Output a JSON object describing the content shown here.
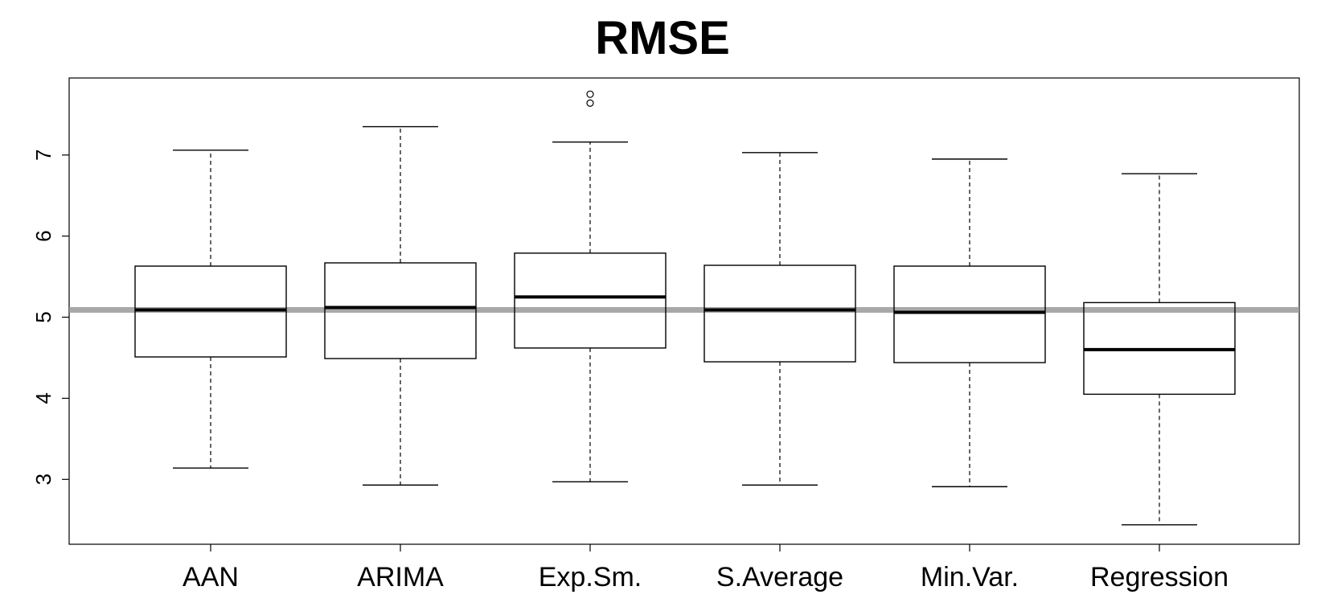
{
  "chart_data": {
    "type": "box",
    "title": "RMSE",
    "xlabel": "",
    "ylabel": "",
    "ylim": [
      2.2,
      7.95
    ],
    "yticks": [
      3,
      4,
      5,
      6,
      7
    ],
    "grid": false,
    "reference_line": {
      "y": 5.09,
      "color": "#9a9a9a"
    },
    "categories": [
      "AAN",
      "ARIMA",
      "Exp.Sm.",
      "S.Average",
      "Min.Var.",
      "Regression"
    ],
    "boxes": [
      {
        "label": "AAN",
        "whisker_low": 3.14,
        "q1": 4.51,
        "median": 5.09,
        "q3": 5.63,
        "whisker_high": 7.06,
        "outliers": []
      },
      {
        "label": "ARIMA",
        "whisker_low": 2.93,
        "q1": 4.49,
        "median": 5.12,
        "q3": 5.67,
        "whisker_high": 7.35,
        "outliers": []
      },
      {
        "label": "Exp.Sm.",
        "whisker_low": 2.97,
        "q1": 4.62,
        "median": 5.25,
        "q3": 5.79,
        "whisker_high": 7.16,
        "outliers": [
          7.64,
          7.75
        ]
      },
      {
        "label": "S.Average",
        "whisker_low": 2.93,
        "q1": 4.45,
        "median": 5.09,
        "q3": 5.64,
        "whisker_high": 7.03,
        "outliers": []
      },
      {
        "label": "Min.Var.",
        "whisker_low": 2.91,
        "q1": 4.44,
        "median": 5.06,
        "q3": 5.63,
        "whisker_high": 6.95,
        "outliers": []
      },
      {
        "label": "Regression",
        "whisker_low": 2.44,
        "q1": 4.05,
        "median": 4.6,
        "q3": 5.18,
        "whisker_high": 6.77,
        "outliers": []
      }
    ]
  }
}
